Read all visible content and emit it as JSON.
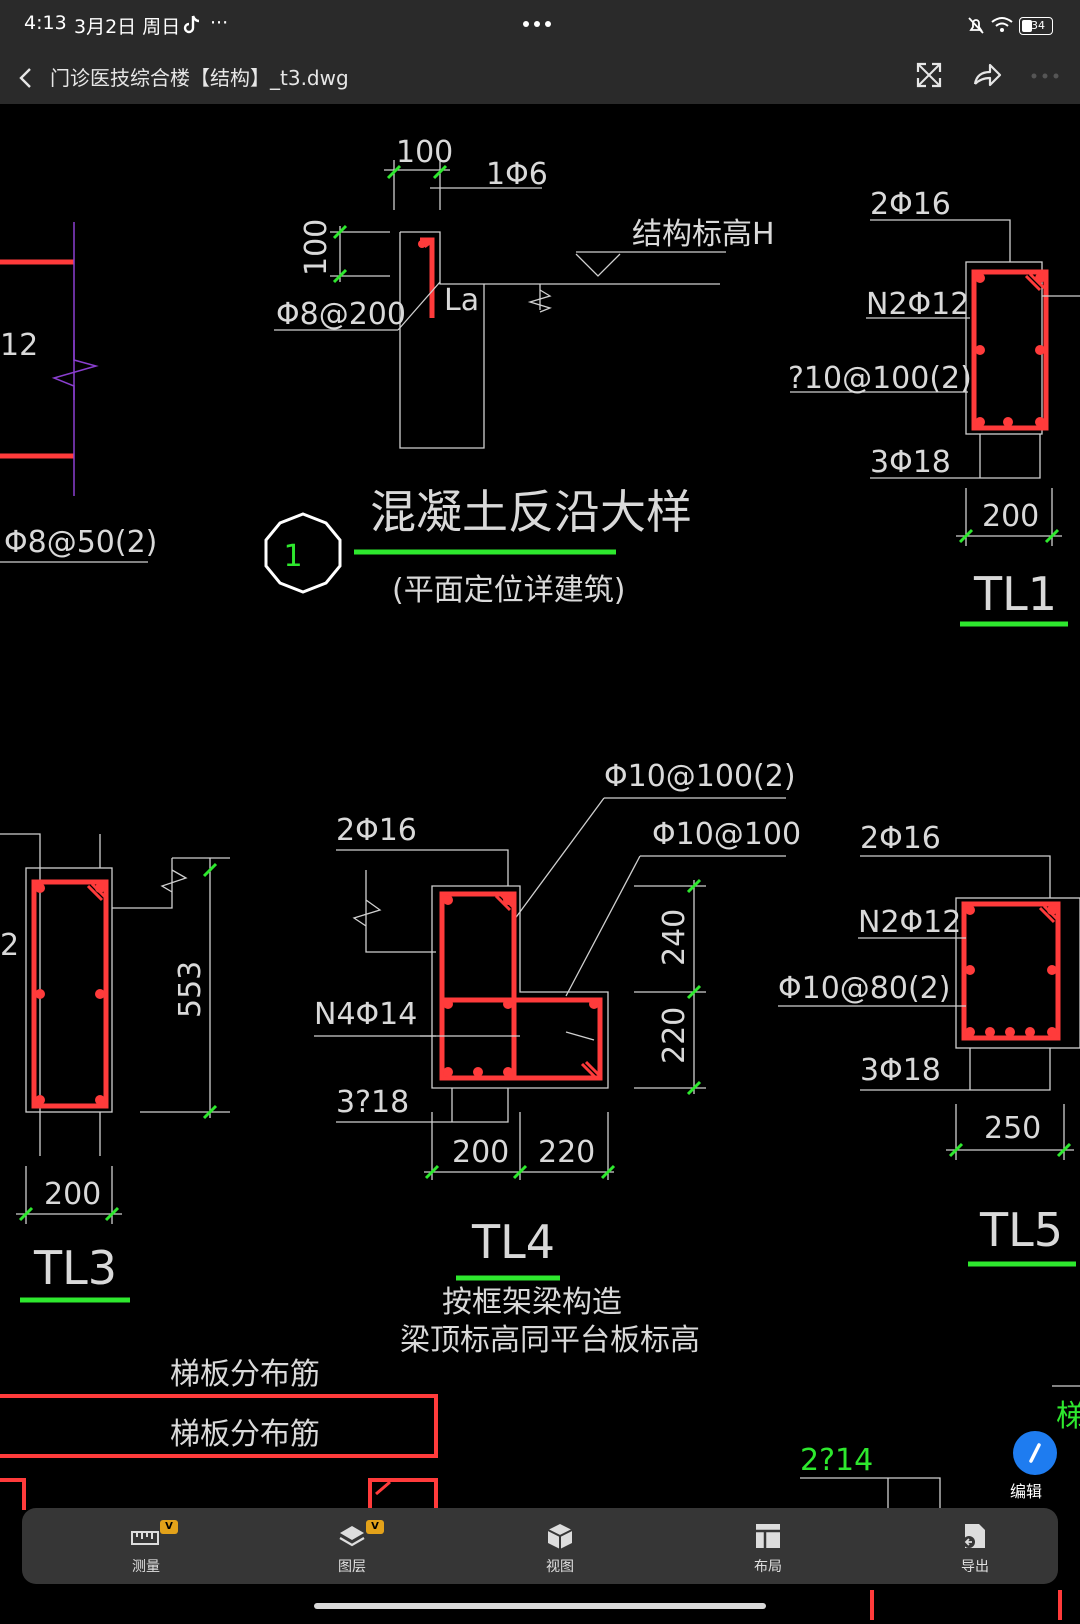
{
  "status": {
    "time": "4:13",
    "date": "3月2日 周日",
    "more": "···",
    "battery": "34"
  },
  "header": {
    "title": "门诊医技综合楼【结构】_t3.dwg"
  },
  "drawing": {
    "d1": {
      "dim_top": "100",
      "bar_top": "1Φ6",
      "elev": "结构标高H",
      "dim_left": "100",
      "stirrup": "Φ8@200",
      "la": "La",
      "title": "混凝土反沿大样",
      "subtitle": "(平面定位详建筑)",
      "mark": "1"
    },
    "left_frag": {
      "t12": "12",
      "stirrup": "Φ8@50(2)",
      "t2": "2"
    },
    "tl1": {
      "top": "2Φ16",
      "side": "N2Φ12",
      "stirrup": "?10@100(2)",
      "bottom": "3Φ18",
      "width": "200",
      "name": "TL1"
    },
    "tl3": {
      "height": "553",
      "width": "200",
      "name": "TL3"
    },
    "tl4": {
      "stir1": "Φ10@100(2)",
      "top": "2Φ16",
      "stir2": "Φ10@100",
      "side": "N4Φ14",
      "bottom": "3?18",
      "h1": "240",
      "h2": "220",
      "w1": "200",
      "w2": "220",
      "name": "TL4",
      "note1": "按框架梁构造",
      "note2": "梁顶标高同平台板标高"
    },
    "tl5": {
      "top": "2Φ16",
      "side": "N2Φ12",
      "stirrup": "Φ10@80(2)",
      "bottom": "3Φ18",
      "width": "250",
      "name": "TL5"
    },
    "misc": {
      "dist1": "梯板分布筋",
      "dist2": "梯板分布筋",
      "bar2": "2?14",
      "edge": "梯"
    }
  },
  "toolbar": {
    "items": [
      {
        "label": "测量",
        "vip": "V"
      },
      {
        "label": "图层",
        "vip": "V"
      },
      {
        "label": "视图"
      },
      {
        "label": "布局"
      },
      {
        "label": "导出"
      }
    ],
    "edit_label": "编辑"
  },
  "colors": {
    "bar_bg": "#2a2a2a",
    "rebar": "#ff3b3b",
    "dim_tick": "#2ee82e",
    "line": "#d0d0d0",
    "fab": "#1e7cf0"
  }
}
